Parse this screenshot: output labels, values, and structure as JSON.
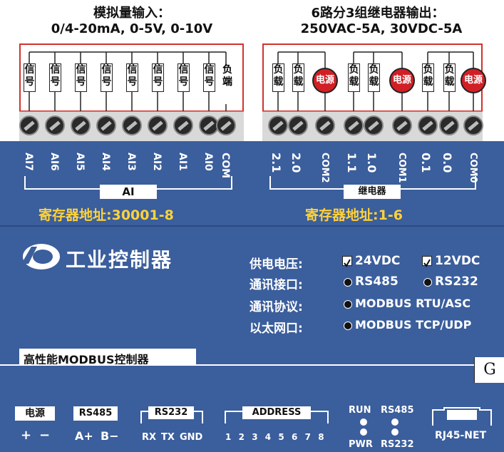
{
  "header": {
    "left_line1": "模拟量输入：",
    "left_line2": "0/4-20mA, 0-5V, 0-10V",
    "right_line1": "6路分3组继电器输出：",
    "right_line2": "250VAC-5A, 30VDC-5A"
  },
  "analog_inputs": {
    "signal_char1": "信",
    "signal_char2": "号",
    "load_char1": "负",
    "load_char2": "端",
    "terminals": [
      "AI7",
      "AI6",
      "AI5",
      "AI4",
      "AI3",
      "AI2",
      "AI1",
      "AI0",
      "COM"
    ],
    "group_label": "AI",
    "register_address": "寄存器地址:30001-8"
  },
  "relay_outputs": {
    "load_char1": "负",
    "load_char2": "载",
    "power_label": "电源",
    "terminals": [
      "2.1",
      "2.0",
      "COM2",
      "1.1",
      "1.0",
      "COM1",
      "0.1",
      "0.0",
      "COM0"
    ],
    "group_label": "继电器",
    "register_address": "寄存器地址:1-6"
  },
  "brand": {
    "name": "工业控制器"
  },
  "specs": {
    "power_label": "供电电压:",
    "power_opt1": "24VDC",
    "power_opt2": "12VDC",
    "comm_label": "通讯接口:",
    "comm_opt1": "RS485",
    "comm_opt2": "RS232",
    "protocol_label": "通讯协议:",
    "protocol_value": "MODBUS RTU/ASC",
    "ethernet_label": "以太网口:",
    "ethernet_value": "MODBUS TCP/UDP"
  },
  "product_banner": "高性能MODBUS控制器",
  "ground_label": "G",
  "bottom": {
    "power": {
      "title": "电源",
      "plus": "+",
      "minus": "−"
    },
    "rs485": {
      "title": "RS485",
      "a": "A+",
      "b": "B−"
    },
    "rs232": {
      "title": "RS232",
      "pins": [
        "RX",
        "TX",
        "GND"
      ]
    },
    "address": {
      "title": "ADDRESS",
      "pins": [
        "1",
        "2",
        "3",
        "4",
        "5",
        "6",
        "7",
        "8"
      ]
    },
    "leds": {
      "run": "RUN",
      "rs485": "RS485",
      "pwr": "PWR",
      "rs232": "RS232"
    },
    "rj45": "RJ45-NET"
  },
  "colors": {
    "panel": "#3b5e9c",
    "accent_red": "#d21f26",
    "address_yellow": "#ffd23a"
  }
}
